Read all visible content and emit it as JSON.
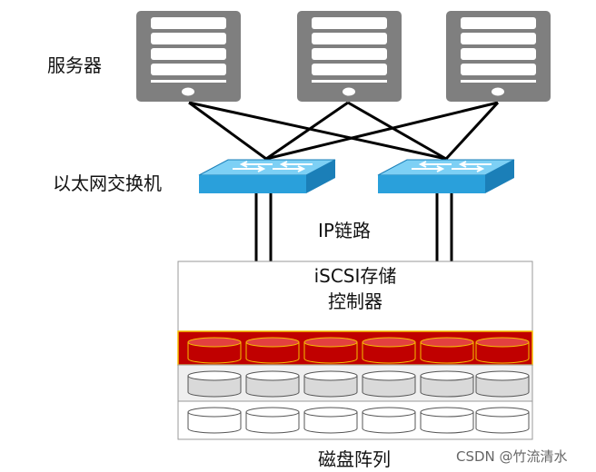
{
  "labels": {
    "servers": "服务器",
    "switches": "以太网交换机",
    "ip_link": "IP链路",
    "controller_line1": "iSCSI存储",
    "controller_line2": "控制器",
    "disk_array": "磁盘阵列",
    "watermark": "CSDN @竹流清水"
  },
  "colors": {
    "server": "#7f7f7f",
    "switch": "#2aa0db",
    "cache_band": "#c00000",
    "disk_gray": "#d9d9d9",
    "line": "#000000"
  },
  "icons": {
    "server": "server-icon",
    "switch": "network-switch-icon",
    "disk": "disk-cylinder-icon"
  }
}
